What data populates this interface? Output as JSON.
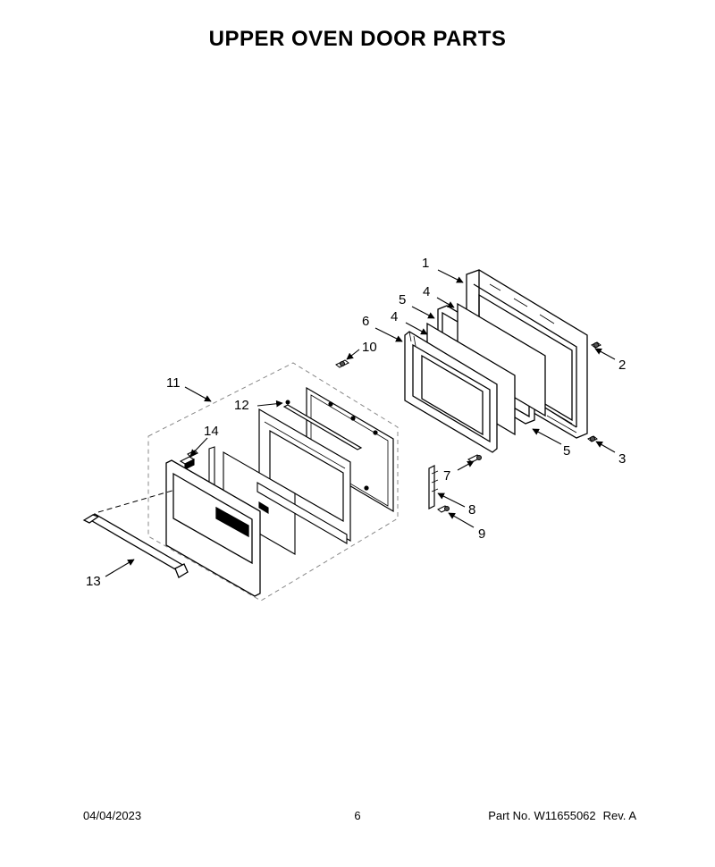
{
  "page": {
    "title": "UPPER OVEN DOOR PARTS"
  },
  "callouts": [
    "1",
    "2",
    "3",
    "4",
    "4",
    "5",
    "5",
    "6",
    "7",
    "8",
    "9",
    "10",
    "11",
    "12",
    "13",
    "14"
  ],
  "footer": {
    "date": "04/04/2023",
    "page_number": "6",
    "part_no": "Part No.  W11655062",
    "revision": "Rev.  A"
  }
}
